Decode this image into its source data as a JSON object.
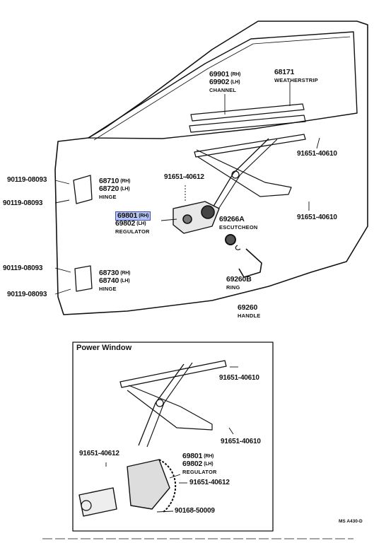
{
  "labels": {
    "channel": {
      "rh": "69901",
      "rh_side": "(RH)",
      "lh": "69902",
      "lh_side": "(LH)",
      "name": "CHANNEL"
    },
    "weatherstrip": {
      "pn": "68171",
      "name": "WEATHERSTRIP"
    },
    "bolt_top_right": "91651-40610",
    "bolt_mid": "91651-40612",
    "bolt_right_mid": "91651-40610",
    "hinge_upper": {
      "rh": "68710",
      "rh_side": "(RH)",
      "lh": "68720",
      "lh_side": "(LH)",
      "name": "HINGE"
    },
    "hinge_lower": {
      "rh": "68730",
      "rh_side": "(RH)",
      "lh": "68740",
      "lh_side": "(LH)",
      "name": "HINGE"
    },
    "screw_1": "90119-08093",
    "screw_2": "90119-08093",
    "screw_3": "90119-08093",
    "screw_4": "90119-08093",
    "regulator": {
      "rh": "69801",
      "rh_side": "(RH)",
      "lh": "69802",
      "lh_side": "(LH)",
      "name": "REGULATOR"
    },
    "escutcheon": {
      "pn": "69266A",
      "name": "ESCUTCHEON"
    },
    "ring": {
      "pn": "69260B",
      "name": "RING"
    },
    "handle": {
      "pn": "69260",
      "name": "HANDLE"
    }
  },
  "power_window": {
    "title": "Power Window",
    "bolt_top": "91651-40610",
    "bolt_mid": "91651-40610",
    "bolt_left": "91651-40612",
    "regulator": {
      "rh": "69801",
      "rh_side": "(RH)",
      "lh": "69802",
      "lh_side": "(LH)",
      "name": "REGULATOR"
    },
    "bolt_lower": "91651-40612",
    "bolt_bottom": "90168-50009"
  },
  "diagram_code": "MS A430-D"
}
